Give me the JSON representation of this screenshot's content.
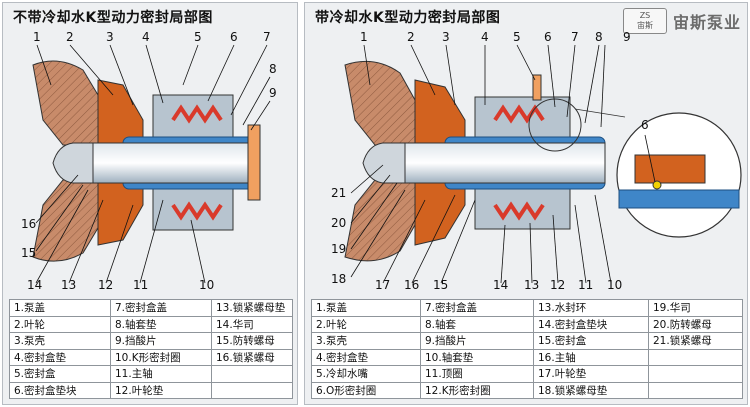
{
  "left": {
    "title": "不带冷却水K型动力密封局部图",
    "callouts_top": [
      "1",
      "2",
      "3",
      "4",
      "5",
      "6",
      "7",
      "8",
      "9"
    ],
    "callouts_bottom": [
      "16",
      "15",
      "14",
      "13",
      "12",
      "11",
      "10"
    ],
    "parts": [
      [
        "1.泵盖",
        "7.密封盒盖",
        "13.锁紧螺母垫"
      ],
      [
        "2.叶轮",
        "8.轴套垫",
        "14.华司"
      ],
      [
        "3.泵壳",
        "9.挡酸片",
        "15.防转螺母"
      ],
      [
        "4.密封盒垫",
        "10.K形密封圈",
        "16.锁紧螺母"
      ],
      [
        "5.密封盒",
        "11.主轴",
        ""
      ],
      [
        "6.密封盒垫块",
        "12.叶轮垫",
        ""
      ]
    ]
  },
  "right": {
    "title": "带冷却水K型动力密封局部图",
    "brand_logo_top": "ZS",
    "brand_logo_bottom": "宙斯",
    "brand_name": "宙斯泵业",
    "callouts_top": [
      "1",
      "2",
      "3",
      "4",
      "5",
      "6",
      "7",
      "8",
      "9"
    ],
    "callouts_left": [
      "21",
      "20",
      "19",
      "18"
    ],
    "callouts_bottom": [
      "17",
      "16",
      "15",
      "14",
      "13",
      "12",
      "11",
      "10"
    ],
    "detail_callout": "6",
    "parts": [
      [
        "1.泵盖",
        "7.密封盒盖",
        "13.水封环",
        "19.华司"
      ],
      [
        "2.叶轮",
        "8.轴套",
        "14.密封盒垫块",
        "20.防转螺母"
      ],
      [
        "3.泵壳",
        "9.挡酸片",
        "15.密封盒",
        "21.锁紧螺母"
      ],
      [
        "4.密封盒垫",
        "10.轴套垫",
        "16.主轴",
        ""
      ],
      [
        "5.冷却水嘴",
        "11.顶圈",
        "17.叶轮垫",
        ""
      ],
      [
        "6.O形密封圈",
        "12.K形密封圈",
        "18.锁紧螺母垫",
        ""
      ]
    ]
  },
  "colors": {
    "casing": "#c88b6a",
    "impeller": "#d2621f",
    "shaft": "#3f86c8",
    "seal": "#d93a2b",
    "steel": "#b7c4cf"
  }
}
